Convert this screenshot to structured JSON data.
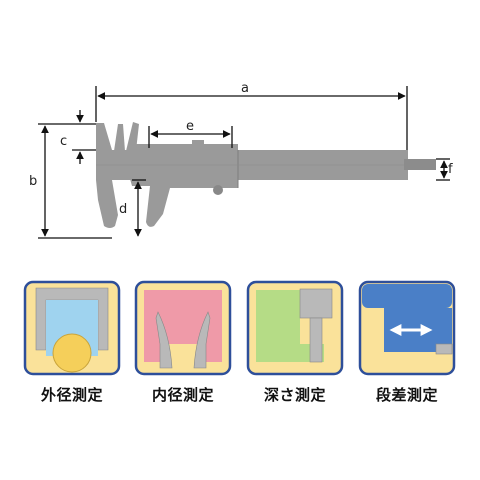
{
  "dimensions": {
    "a": "a",
    "b": "b",
    "c": "c",
    "d": "d",
    "e": "e",
    "f": "f"
  },
  "modes": [
    {
      "id": "outside",
      "label": "外径測定",
      "color": "#9fd3ef"
    },
    {
      "id": "inside",
      "label": "内径測定",
      "color": "#ef9aa8"
    },
    {
      "id": "depth",
      "label": "深さ測定",
      "color": "#b5dc86"
    },
    {
      "id": "step",
      "label": "段差測定",
      "color": "#4a7fc7"
    }
  ],
  "colors": {
    "caliper": "#9a9a9a",
    "card_frame": "#2e4f9a",
    "card_background": "#fae29a",
    "tool": "#b9b9b9"
  }
}
